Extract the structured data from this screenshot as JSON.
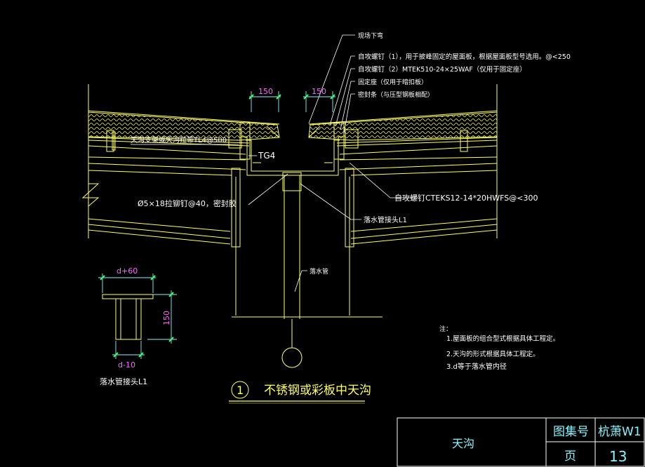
{
  "drawing": {
    "title": "不锈钢或彩板中天沟",
    "detail_no": "1"
  },
  "leaders_top": [
    "现场下弯",
    "自攻螺钉（1），用于披峰固定的屋面板，根据屋面板型号选用。@<250",
    "自攻螺钉（2）MTEK510-24×25WAF（仅用于固定座）",
    "固定座（仅用于暗扣板）",
    "密封条（与压型钢板相配）"
  ],
  "left_labels": {
    "bracket": "天沟支架或天沟拉带TL4@500",
    "tg": "TG4",
    "rivet": "Ø5×18拉铆钉@40，密封胶"
  },
  "right_labels": {
    "screw": "自攻螺钉CTEKS12-14*20HWFS@<300",
    "joint": "落水管接头L1"
  },
  "pipe_label": "落水管",
  "dimensions": {
    "top_left": "150",
    "top_right": "150",
    "detail_top": "d+60",
    "detail_side": "150",
    "detail_bottom": "d-10"
  },
  "detail_caption": "落水管接头L1",
  "notes": {
    "heading": "注：",
    "items": [
      "1.屋面板的组合型式根据具体工程定。",
      "2.天沟的形式根据具体工程定。",
      "3.d等于落水管内径"
    ]
  },
  "title_block": {
    "name": "天沟",
    "atlas_label": "图集号",
    "atlas_value": "杭萧W1",
    "page_label": "页",
    "page_value": "13"
  },
  "colors": {
    "background": "#000000",
    "linework": "#ffff66",
    "dimension": "#8af4ff",
    "dimension_text": "#ff66ff",
    "text": "#ffffff"
  }
}
